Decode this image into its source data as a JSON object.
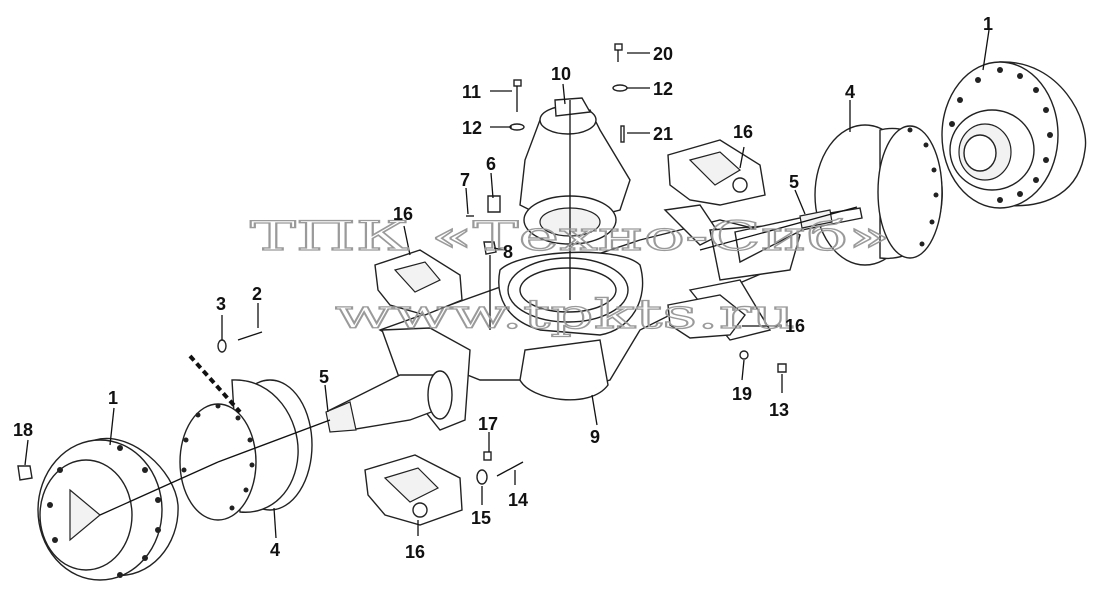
{
  "watermark": {
    "line1": "ТПК «Техно-Сиб»",
    "line2": "www.tpkts.ru"
  },
  "callouts": [
    {
      "id": "c1a",
      "text": "1"
    },
    {
      "id": "c1b",
      "text": "1"
    },
    {
      "id": "c2",
      "text": "2"
    },
    {
      "id": "c3",
      "text": "3"
    },
    {
      "id": "c4a",
      "text": "4"
    },
    {
      "id": "c4b",
      "text": "4"
    },
    {
      "id": "c5a",
      "text": "5"
    },
    {
      "id": "c5b",
      "text": "5"
    },
    {
      "id": "c6",
      "text": "6"
    },
    {
      "id": "c7",
      "text": "7"
    },
    {
      "id": "c8",
      "text": "8"
    },
    {
      "id": "c9",
      "text": "9"
    },
    {
      "id": "c10",
      "text": "10"
    },
    {
      "id": "c11",
      "text": "11"
    },
    {
      "id": "c12a",
      "text": "12"
    },
    {
      "id": "c12b",
      "text": "12"
    },
    {
      "id": "c13",
      "text": "13"
    },
    {
      "id": "c14",
      "text": "14"
    },
    {
      "id": "c15",
      "text": "15"
    },
    {
      "id": "c16a",
      "text": "16"
    },
    {
      "id": "c16b",
      "text": "16"
    },
    {
      "id": "c16c",
      "text": "16"
    },
    {
      "id": "c16d",
      "text": "16"
    },
    {
      "id": "c17",
      "text": "17"
    },
    {
      "id": "c18",
      "text": "18"
    },
    {
      "id": "c19",
      "text": "19"
    },
    {
      "id": "c20",
      "text": "20"
    },
    {
      "id": "c21",
      "text": "21"
    }
  ]
}
